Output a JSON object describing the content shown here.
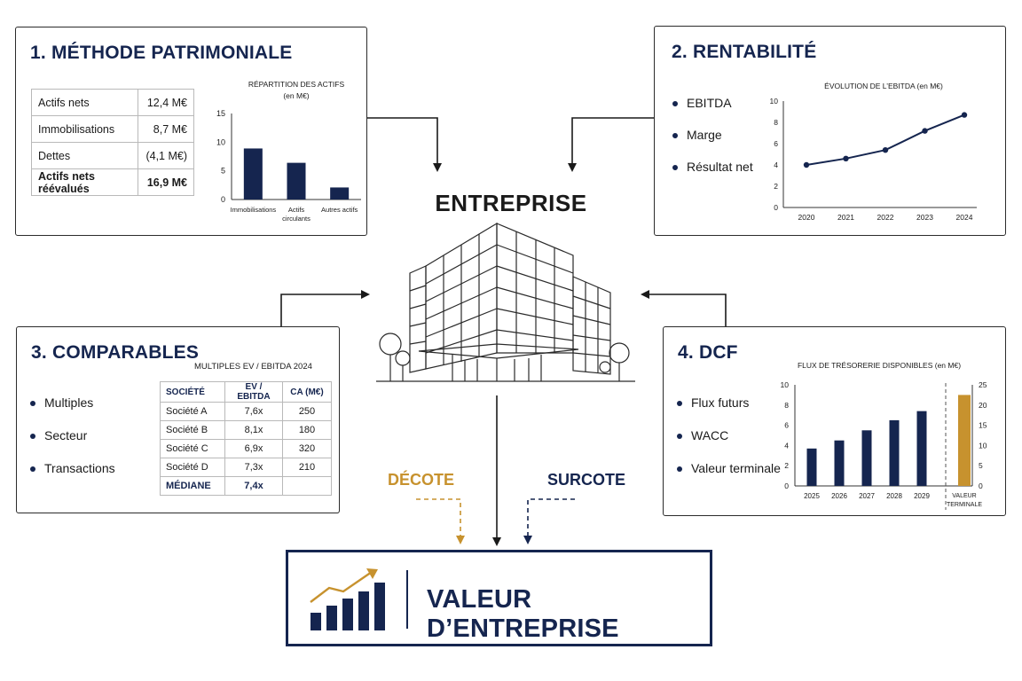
{
  "center": {
    "title": "ENTREPRISE"
  },
  "patrimoniale": {
    "title": "1. MÉTHODE PATRIMONIALE",
    "table": [
      {
        "label": "Actifs nets",
        "value": "12,4 M€"
      },
      {
        "label": "Immobilisations",
        "value": "8,7 M€"
      },
      {
        "label": "Dettes",
        "value": "(4,1 M€)"
      },
      {
        "label": "Actifs nets réévalués",
        "value": "16,9 M€"
      }
    ]
  },
  "rentabilite": {
    "title": "2. RENTABILITÉ",
    "bullets": [
      "EBITDA",
      "Marge",
      "Résultat net"
    ]
  },
  "comparables": {
    "title": "3. COMPARABLES",
    "bullets": [
      "Multiples",
      "Secteur",
      "Transactions"
    ],
    "table_title": "MULTIPLES EV / EBITDA 2024",
    "headers": [
      "SOCIÉTÉ",
      "EV / EBITDA",
      "CA (M€)"
    ],
    "rows": [
      [
        "Société A",
        "7,6x",
        "250"
      ],
      [
        "Société B",
        "8,1x",
        "180"
      ],
      [
        "Société C",
        "6,9x",
        "320"
      ],
      [
        "Société D",
        "7,3x",
        "210"
      ]
    ],
    "median": [
      "MÉDIANE",
      "7,4x",
      ""
    ]
  },
  "dcf": {
    "title": "4. DCF",
    "bullets": [
      "Flux futurs",
      "WACC",
      "Valeur terminale"
    ]
  },
  "adjustments": {
    "decote": "DÉCOTE",
    "surcote": "SURCOTE"
  },
  "result": {
    "label": "VALEUR D’ENTREPRISE"
  },
  "colors": {
    "navy": "#15254f",
    "gold": "#c7922e",
    "border": "#2b2b2b"
  },
  "chart_data": [
    {
      "type": "bar",
      "title": "RÉPARTITION DES ACTIFS",
      "subtitle": "(en M€)",
      "categories": [
        "Immobilisations",
        "Actifs circulants",
        "Autres actifs"
      ],
      "values": [
        8.9,
        6.4,
        2.1
      ],
      "ylim": [
        0,
        15
      ],
      "yticks": [
        0,
        5,
        10,
        15
      ]
    },
    {
      "type": "line",
      "title": "ÉVOLUTION DE L’EBITDA",
      "subtitle": "(en M€)",
      "x": [
        "2020",
        "2021",
        "2022",
        "2023",
        "2024"
      ],
      "values": [
        4.0,
        4.6,
        5.4,
        7.2,
        8.7
      ],
      "ylim": [
        0,
        10
      ],
      "yticks": [
        0,
        2,
        4,
        6,
        8,
        10
      ]
    },
    {
      "type": "bar",
      "title": "FLUX DE TRÉSORERIE DISPONIBLES (en M€)",
      "categories": [
        "2025",
        "2026",
        "2027",
        "2028",
        "2029"
      ],
      "values": [
        3.7,
        4.5,
        5.5,
        6.5,
        7.4
      ],
      "ylim": [
        0,
        10
      ],
      "yticks": [
        0,
        2,
        4,
        6,
        8,
        10
      ],
      "terminal": {
        "label_line1": "VALEUR",
        "label_line2": "TERMINALE",
        "value": 22.5,
        "ylim": [
          0,
          25
        ],
        "yticks": [
          0,
          5,
          10,
          15,
          20,
          25
        ]
      }
    }
  ]
}
